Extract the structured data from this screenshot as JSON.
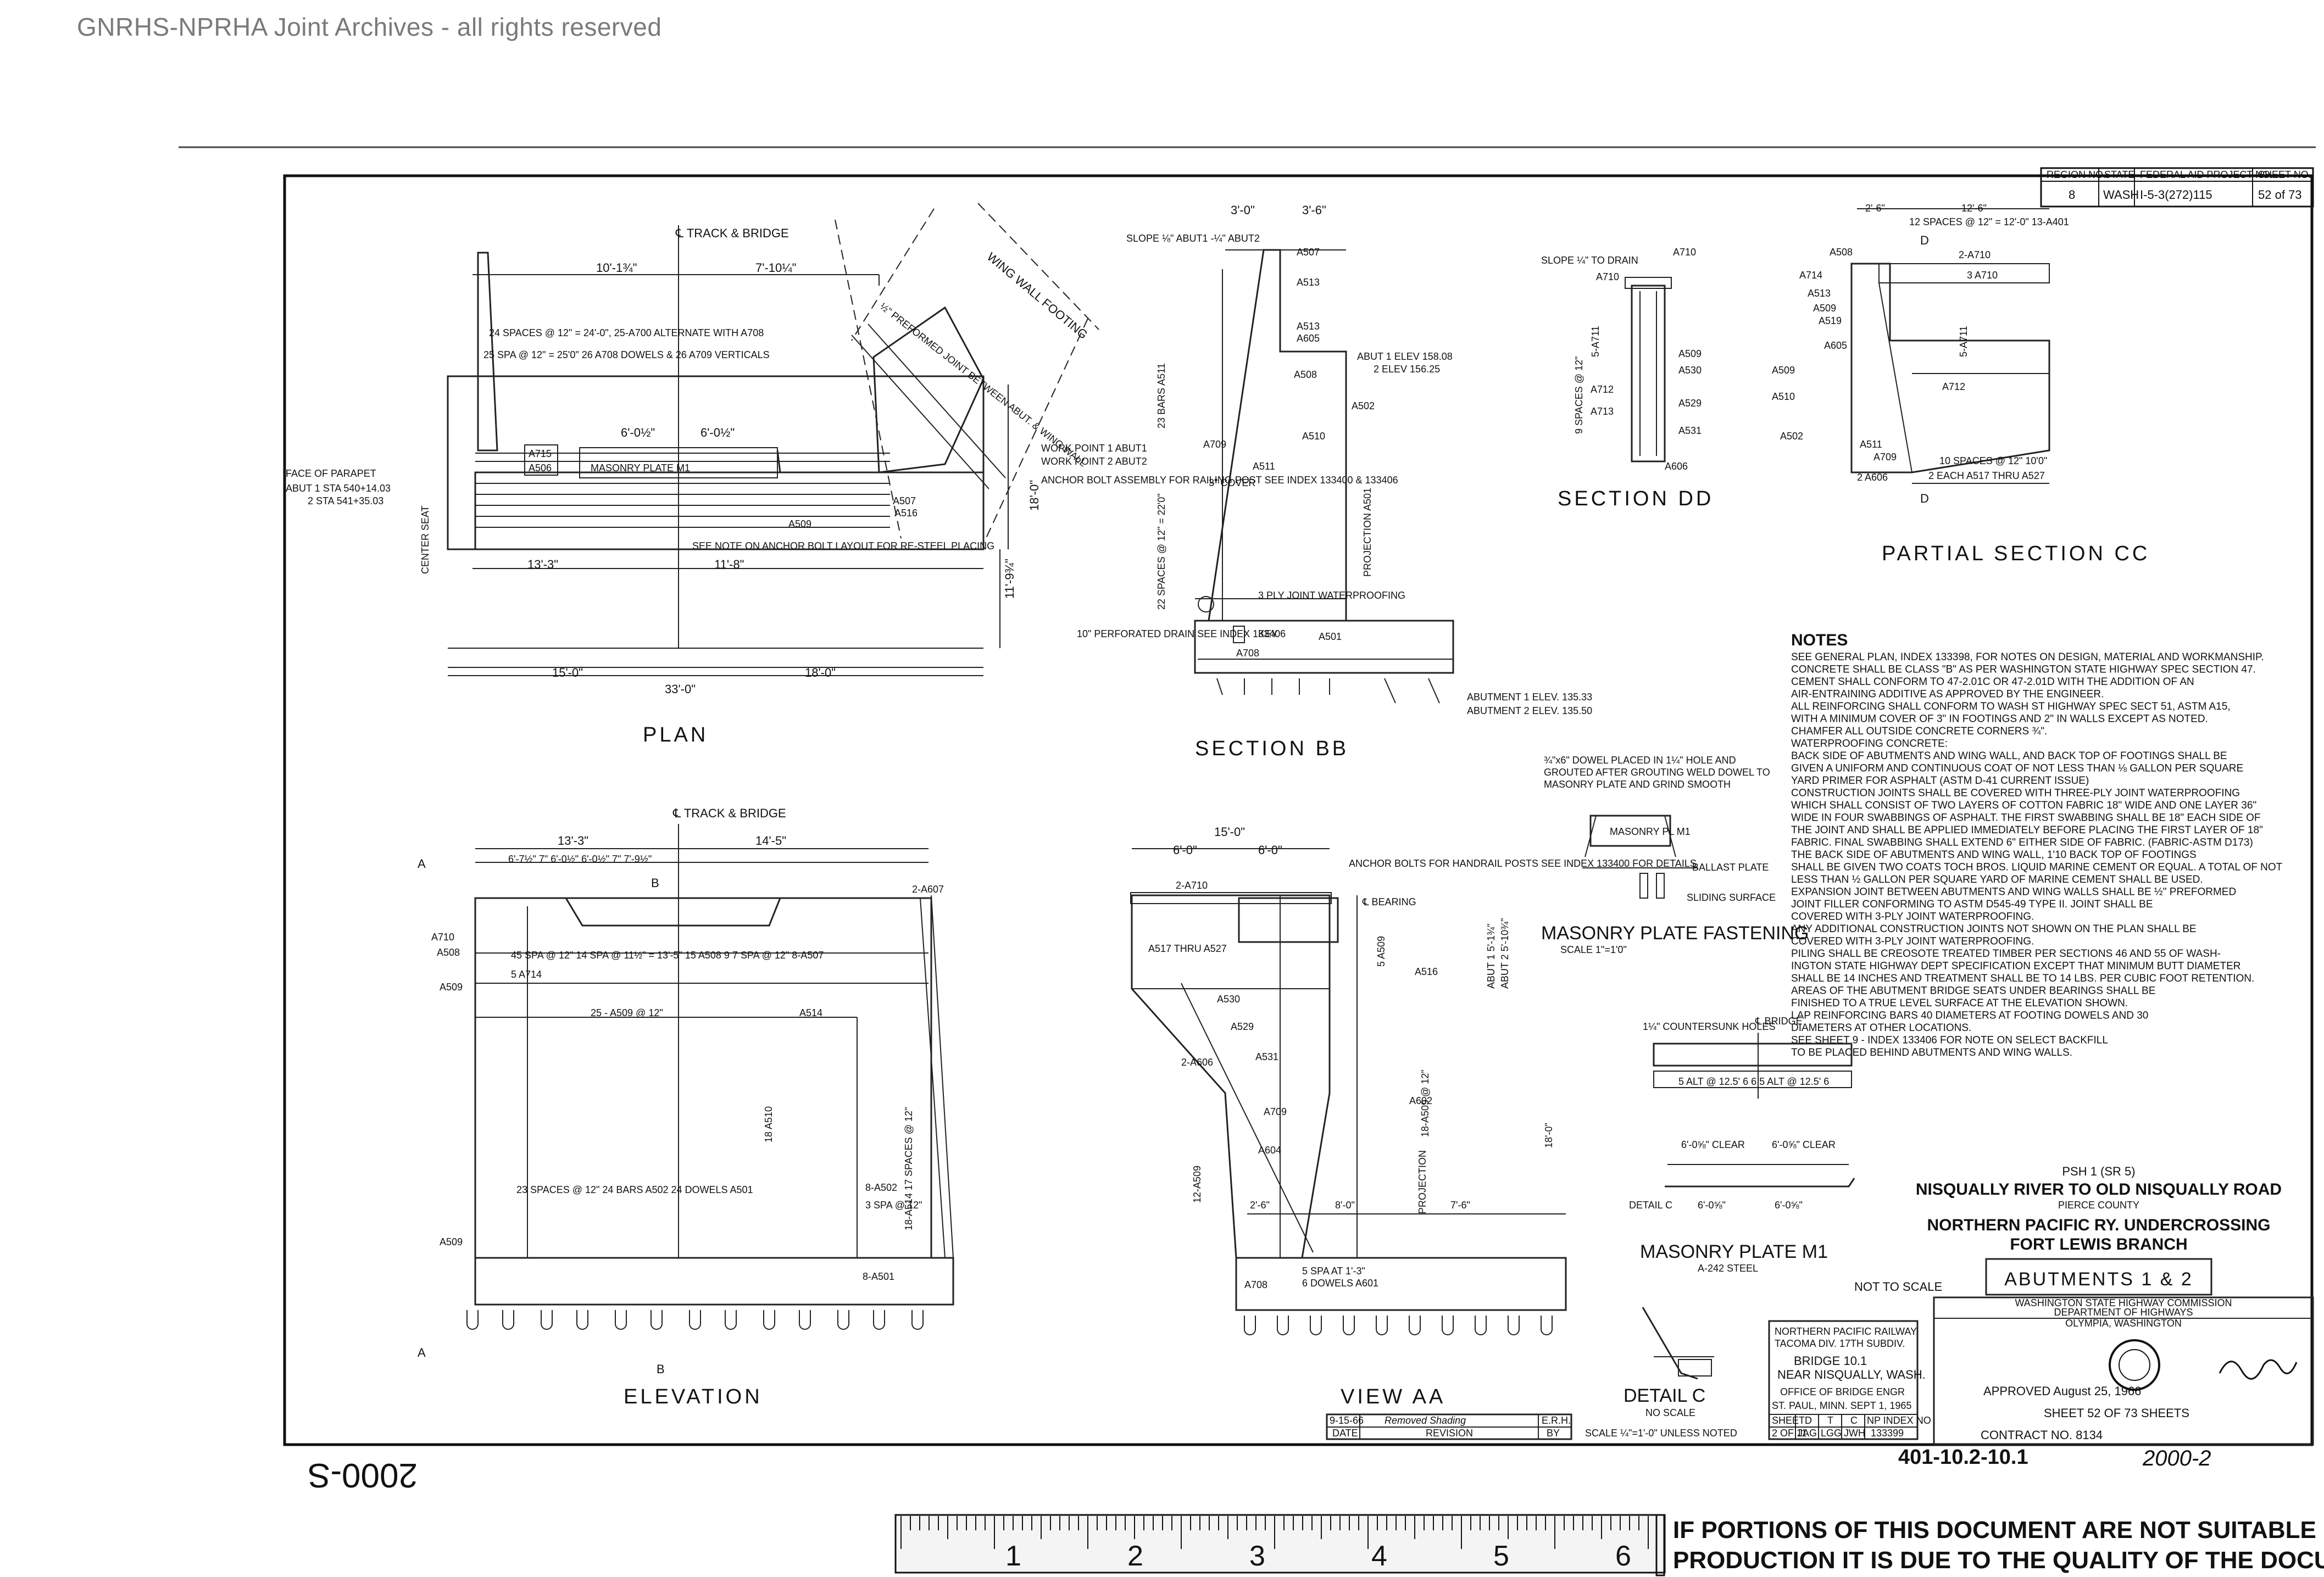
{
  "archive_banner": "GNRHS-NPRHA Joint Archives - all rights reserved",
  "header": {
    "region_no_label": "REGION NO.",
    "region_no": "8",
    "state_label": "STATE",
    "state": "WASH",
    "project_label": "FEDERAL AID PROJECT NO.",
    "project": "I-5-3(272)115",
    "sheet_label": "SHEET NO.",
    "sheet": "52 of 73"
  },
  "views": {
    "plan": "PLAN",
    "section_bb": "SECTION BB",
    "section_dd": "SECTION DD",
    "partial_section_cc": "PARTIAL SECTION CC",
    "elevation": "ELEVATION",
    "view_aa": "VIEW AA",
    "masonry_plate_fastening": "MASONRY PLATE FASTENING",
    "masonry_plate_fastening_scale": "SCALE 1\"=1'0\"",
    "masonry_plate_m1": "MASONRY PLATE M1",
    "masonry_plate_m1_sub": "A-242 STEEL",
    "detail_c": "DETAIL C",
    "detail_c_scale": "NO SCALE"
  },
  "plan_labels": {
    "track_bridge": "℄ TRACK & BRIDGE",
    "wing_wall_footing": "WING WALL FOOTING",
    "dim_top_1": "10'-1¾\"",
    "dim_top_2": "7'-10¼\"",
    "spaces_1": "24 SPACES @ 12\" = 24'-0\", 25-A700 ALTERNATE WITH A708",
    "spaces_2": "25 SPA @ 12\" = 25'0\" 26 A708 DOWELS & 26 A709 VERTICALS",
    "preformed_joint": "½\" PREFORMED JOINT BETWEEN ABUT. & WING WALL",
    "face_parapet": "FACE OF PARAPET",
    "abut1_sta": "ABUT 1 STA 540+14.03",
    "abut2_sta": "2 STA 541+35.03",
    "masonry_plate": "MASONRY PLATE M1",
    "a506": "A506",
    "a715": "A715",
    "a509": "A509",
    "a507": "A507",
    "a516": "A516",
    "work_point_1": "WORK POINT 1 ABUT1",
    "work_point_2": "WORK POINT 2 ABUT2",
    "anchor_bolt": "ANCHOR BOLT ASSEMBLY FOR RAILING POST SEE INDEX 133400 & 133406",
    "see_note": "SEE NOTE ON ANCHOR BOLT LAYOUT FOR RE-STEEL PLACING",
    "center_seat": "CENTER SEAT",
    "dim_bottom_1": "15'-0\"",
    "dim_bottom_2": "18'-0\"",
    "dim_total": "33'-0\"",
    "dim_13_3": "13'-3\"",
    "dim_11_8": "11'-8\"",
    "dim_6_0_a": "6'-0½\"",
    "dim_6_0_b": "6'-0½\"",
    "dim_11_9": "11'-9¾\"",
    "dim_18_0": "18'-0\""
  },
  "section_bb_labels": {
    "dim_3_0": "3'-0\"",
    "dim_3_6": "3'-6\"",
    "slope": "SLOPE ⅛\" ABUT1 -¼\" ABUT2",
    "a507": "A507",
    "a513_top": "A513",
    "a513": "A513",
    "a605": "A605",
    "abut_elev": "ABUT 1 ELEV 158.08",
    "abut2_elev": "2 ELEV 156.25",
    "a508": "A508",
    "a502": "A502",
    "a510": "A510",
    "a709": "A709",
    "a511": "A511",
    "a501": "A501",
    "a708": "A708",
    "bars": "23 BARS A511",
    "spaces": "22 SPACES @ 12\" = 22'0\"",
    "ply_joint": "3 PLY JOINT WATERPROOFING",
    "key": "KEY",
    "perforated_drain": "10\" PERFORATED DRAIN SEE INDEX 133406",
    "abutment_1": "ABUTMENT 1 ELEV. 135.33",
    "abutment_2": "ABUTMENT 2 ELEV. 135.50",
    "projection": "PROJECTION A501",
    "cover": "3\" COVER"
  },
  "section_dd_labels": {
    "slope": "SLOPE ¼\" TO DRAIN",
    "a710": "A710",
    "a711": "5-A711",
    "a712": "A712",
    "a713": "A713",
    "a509": "A509",
    "a530": "A530",
    "a529": "A529",
    "a531": "A531",
    "a606": "A606",
    "spaces": "9 SPACES @ 12\""
  },
  "partial_cc_labels": {
    "dim_2_6": "2'-6\"",
    "dim_12_6": "12'-6\"",
    "spaces_top": "12 SPACES @ 12\" = 12'-0\" 13-A401",
    "a508": "A508",
    "a710": "2-A710",
    "a710b": "3 A710",
    "a714": "A714",
    "a513": "A513",
    "a509": "A509",
    "a605": "A605",
    "a519": "A519",
    "a711": "5-A711",
    "a712": "A712",
    "a510": "A510",
    "a502": "A502",
    "a511": "A511",
    "a709": "A709",
    "a606": "2 A606",
    "spaces_bottom": "10 SPACES @ 12\" 10'0\"",
    "each": "2 EACH A517 THRU A527",
    "d": "D"
  },
  "elevation_labels": {
    "track_bridge": "℄ TRACK & BRIDGE",
    "dim_13_3": "13'-3\"",
    "dim_14_5": "14'-5\"",
    "dims_row": "6'-7½\"  7\"  6'-0½\"  6'-0½\"  7\"  7'-9½\"",
    "a710": "A710",
    "a508": "A508",
    "a509": "A509",
    "a607": "2-A607",
    "spacing_row": "45 SPA @ 12\"  14 SPA @ 11½\" = 13'-5\"  15 A508  9 7 SPA @ 12\"  8-A507",
    "a714": "5 A714",
    "a509_row": "25 - A509 @ 12\"",
    "a514": "A514",
    "a510": "18 A510",
    "bars": "23 SPACES @ 12\"  24 BARS A502  24 DOWELS A501",
    "a502": "8-A502",
    "a502b": "3 SPA @ 12\"",
    "a501": "8-A501",
    "a514b": "18-A514  17 SPACES @ 12\"",
    "a": "A",
    "b": "B"
  },
  "view_aa_labels": {
    "dim_15_0": "15'-0\"",
    "dim_6_0": "6'-0\"",
    "dim_6_0b": "6'-0\"",
    "a710": "2-A710",
    "a517": "A517 THRU A527",
    "anchor_bolts": "ANCHOR BOLTS FOR HANDRAIL POSTS SEE INDEX 133400 FOR DETAILS",
    "bearing": "℄ BEARING",
    "a509": "5 A509",
    "a516": "A516",
    "a530": "A530",
    "a529": "A529",
    "a606": "2-A606",
    "a531": "A531",
    "a709": "A709",
    "a604": "A604",
    "a602": "A602",
    "a509b": "18-A509 @ 12\"",
    "a509c": "12-A509",
    "dim_2_6": "2'-6\"",
    "dim_8_0": "8'-0\"",
    "dim_7_6": "7'-6\"",
    "dim_18_0": "18'-0\"",
    "a708": "A708",
    "spa": "5 SPA AT 1'-3\"",
    "dowels": "6 DOWELS A601",
    "abut": "ABUT 1 5'-1¾\"",
    "abut2": "ABUT 2 5'-10¾\"",
    "projection": "PROJECTION"
  },
  "fastening_labels": {
    "dowel_note": "¾\"x6\" DOWEL PLACED IN 1¼\" HOLE AND GROUTED AFTER GROUTING WELD DOWEL TO MASONRY PLATE AND GRIND SMOOTH",
    "masonry_pl": "MASONRY PL M1",
    "ballast_plate": "BALLAST PLATE",
    "sliding_surface": "SLIDING SURFACE"
  },
  "m1_labels": {
    "holes": "1¼\" COUNTERSUNK HOLES",
    "bridge": "℄ BRIDGE",
    "row_dims": "5 ALT @ 12.5' 6  6  5 ALT @ 12.5' 6",
    "clear_1": "6'-0⅝\" CLEAR",
    "clear_2": "6'-0⅝\" CLEAR",
    "dim_a": "6'-0⅝\"",
    "dim_b": "6'-0⅝\"",
    "detail_c": "DETAIL C"
  },
  "notes": {
    "heading": "NOTES",
    "lines": [
      "SEE GENERAL PLAN, INDEX 133398, FOR NOTES ON DESIGN, MATERIAL AND WORKMANSHIP.",
      "CONCRETE SHALL BE CLASS \"B\" AS PER WASHINGTON STATE HIGHWAY SPEC SECTION 47.",
      "CEMENT SHALL CONFORM TO 47-2.01C OR 47-2.01D WITH THE ADDITION OF AN",
      "AIR-ENTRAINING ADDITIVE AS APPROVED BY THE ENGINEER.",
      "ALL REINFORCING SHALL CONFORM TO WASH ST HIGHWAY SPEC SECT 51, ASTM A15,",
      "WITH A MINIMUM COVER OF 3\" IN FOOTINGS AND 2\" IN WALLS EXCEPT AS NOTED.",
      "CHAMFER ALL OUTSIDE CONCRETE CORNERS ¾\".",
      "WATERPROOFING CONCRETE:",
      "BACK SIDE OF ABUTMENTS AND WING WALL, AND BACK TOP OF FOOTINGS SHALL BE",
      "GIVEN A UNIFORM AND CONTINUOUS COAT OF NOT LESS THAN ⅛ GALLON PER SQUARE",
      "YARD PRIMER FOR ASPHALT (ASTM D-41 CURRENT ISSUE)",
      "CONSTRUCTION JOINTS SHALL BE COVERED WITH THREE-PLY JOINT WATERPROOFING",
      "WHICH SHALL CONSIST OF TWO LAYERS OF COTTON FABRIC 18\" WIDE AND ONE LAYER 36\"",
      "WIDE IN FOUR SWABBINGS OF ASPHALT. THE FIRST SWABBING SHALL BE 18\" EACH SIDE OF",
      "THE JOINT AND SHALL BE APPLIED IMMEDIATELY BEFORE PLACING THE FIRST LAYER OF 18\"",
      "FABRIC. FINAL SWABBING SHALL EXTEND 6\" EITHER SIDE OF FABRIC. (FABRIC-ASTM D173)",
      "THE BACK SIDE OF ABUTMENTS AND WING WALL, 1'10 BACK TOP OF FOOTINGS",
      "SHALL BE GIVEN TWO COATS TOCH BROS. LIQUID MARINE CEMENT OR EQUAL. A TOTAL OF NOT",
      "LESS THAN ½ GALLON PER SQUARE YARD OF MARINE CEMENT SHALL BE USED.",
      "EXPANSION JOINT BETWEEN ABUTMENTS AND WING WALLS SHALL BE ½\" PREFORMED",
      "JOINT FILLER CONFORMING TO ASTM D545-49 TYPE II. JOINT SHALL BE",
      "COVERED WITH 3-PLY JOINT WATERPROOFING.",
      "ANY ADDITIONAL CONSTRUCTION JOINTS NOT SHOWN ON THE PLAN SHALL BE",
      "COVERED WITH 3-PLY JOINT WATERPROOFING.",
      "PILING SHALL BE CREOSOTE TREATED TIMBER PER SECTIONS 46 AND 55 OF WASH-",
      "INGTON STATE HIGHWAY DEPT SPECIFICATION EXCEPT THAT MINIMUM BUTT DIAMETER",
      "SHALL BE 14 INCHES AND TREATMENT SHALL BE TO 14 LBS. PER CUBIC FOOT RETENTION.",
      "AREAS OF THE ABUTMENT BRIDGE SEATS UNDER BEARINGS SHALL BE",
      "FINISHED TO A TRUE LEVEL SURFACE AT THE ELEVATION SHOWN.",
      "LAP REINFORCING BARS 40 DIAMETERS AT FOOTING DOWELS AND 30",
      "DIAMETERS AT OTHER LOCATIONS.",
      "SEE SHEET 9 - INDEX 133406 FOR NOTE ON SELECT BACKFILL",
      "TO BE PLACED BEHIND ABUTMENTS AND WING WALLS."
    ]
  },
  "title_block": {
    "line1": "PSH 1 (SR 5)",
    "line2": "NISQUALLY RIVER TO OLD NISQUALLY ROAD",
    "line3": "PIERCE COUNTY",
    "line4": "NORTHERN PACIFIC RY. UNDERCROSSING",
    "line5": "FORT LEWIS BRANCH",
    "line6": "ABUTMENTS 1 & 2",
    "not_to_scale": "NOT TO SCALE",
    "commission": "WASHINGTON STATE HIGHWAY COMMISSION",
    "department": "DEPARTMENT OF HIGHWAYS",
    "olympia": "OLYMPIA, WASHINGTON",
    "approved": "APPROVED August 25, 1966",
    "sheet": "SHEET 52 OF 73 SHEETS",
    "contract": "CONTRACT NO. 8134"
  },
  "railway_block": {
    "line1": "NORTHERN PACIFIC RAILWAY",
    "line2": "TACOMA DIV.   17TH SUBDIV.",
    "line3": "BRIDGE 10.1",
    "line4": "NEAR NISQUALLY, WASH.",
    "line5": "OFFICE OF BRIDGE ENGR",
    "line6": "ST. PAUL, MINN.   SEPT 1, 1965",
    "scale": "SCALE ¼\"=1'-0\" UNLESS NOTED",
    "sheet_hdr": "SHEET",
    "sheet": "2 OF 11",
    "d_hdr": "D",
    "d": "JAG",
    "t_hdr": "T",
    "t": "LGG",
    "c_hdr": "C",
    "c": "JWH",
    "index_hdr": "NP INDEX NO",
    "index": "133399"
  },
  "revision_block": {
    "date": "9-15-66",
    "revision": "Removed Shading",
    "by": "E.R.H.",
    "date_hdr": "DATE",
    "revision_hdr": "REVISION",
    "by_hdr": "BY"
  },
  "bottom": {
    "left_code": "2000-S",
    "drawing_no": "401-10.2-10.1",
    "right_code": "2000-2",
    "ruler_numbers": [
      "1",
      "2",
      "3",
      "4",
      "5",
      "6"
    ],
    "warning_line1": "IF PORTIONS OF THIS DOCUMENT ARE NOT SUITABLE FOR RE-",
    "warning_line2": "PRODUCTION IT IS DUE TO THE QUALITY OF THE DOCUMENT."
  }
}
